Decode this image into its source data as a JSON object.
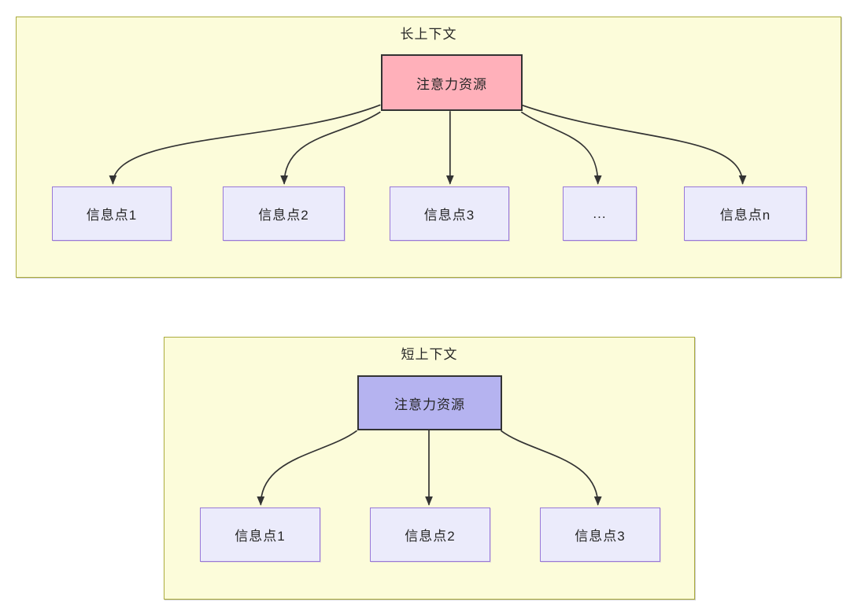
{
  "colors": {
    "canvas-bg": "#ffffff",
    "container-fill": "#fcfcda",
    "container-border": "#abab3c",
    "info-fill": "#ebebfb",
    "info-border": "#9878d8",
    "attention-long-fill": "#ffb0ba",
    "attention-short-fill": "#b5b3f0",
    "attention-border": "#333333",
    "arrow": "#333333",
    "text": "#262626"
  },
  "diagrams": {
    "long": {
      "title": "长上下文",
      "attention_label": "注意力资源",
      "nodes": [
        "信息点1",
        "信息点2",
        "信息点3",
        "...",
        "信息点n"
      ]
    },
    "short": {
      "title": "短上下文",
      "attention_label": "注意力资源",
      "nodes": [
        "信息点1",
        "信息点2",
        "信息点3"
      ]
    }
  }
}
